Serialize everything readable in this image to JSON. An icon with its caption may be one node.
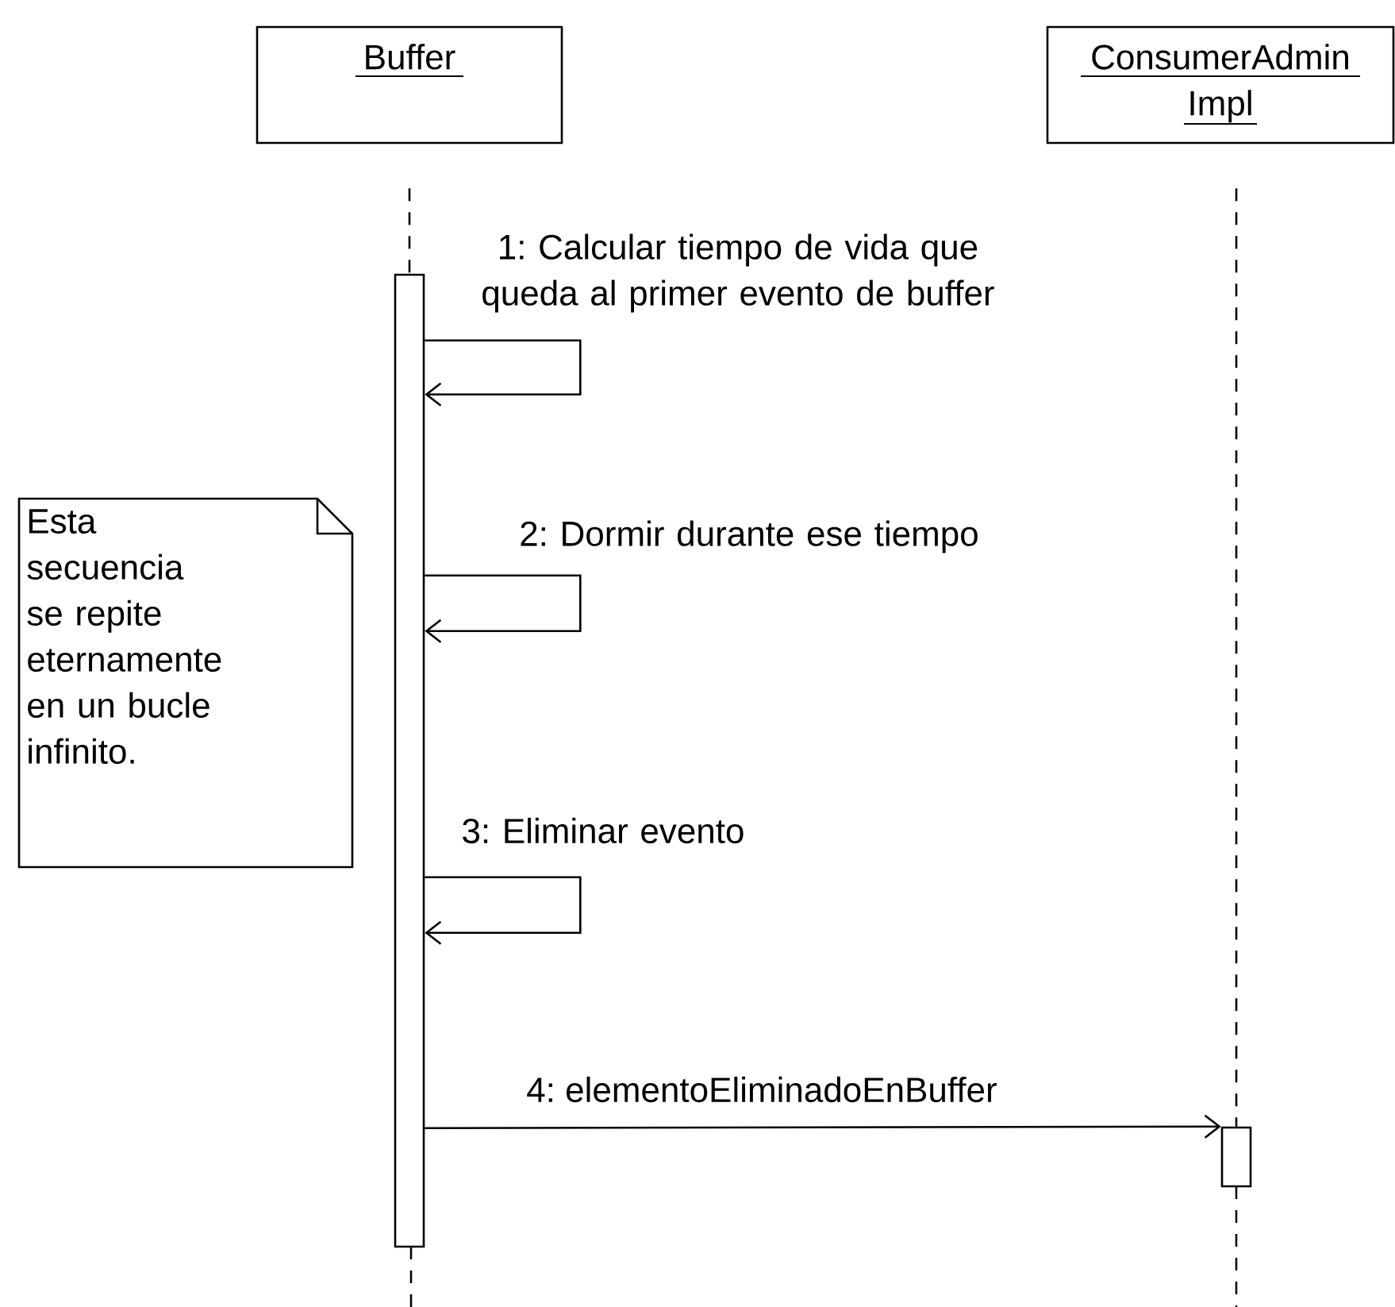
{
  "diagram": {
    "nodes": [
      {
        "text": [
          "Buffer"
        ]
      },
      {
        "text": [
          "ConsumerAdmin Impl"
        ]
      },
      {
        "text": [
          "Esta secuencia se repite eternamente en un bucle infinito."
        ]
      },
      {
        "text": [],
        "shape": "bar"
      },
      {
        "text": [],
        "shape": "bar"
      }
    ],
    "edges": [
      {
        "from": 0,
        "to": 3,
        "arrow": "none",
        "style": "dashed"
      },
      {
        "from": 1,
        "to": 4,
        "arrow": "none",
        "style": "dashed"
      },
      {
        "from": 3,
        "to": 3,
        "arrow": "to",
        "label": "1: Calcular tiempo de vida que queda al primer evento de buffer"
      },
      {
        "from": 3,
        "to": 3,
        "arrow": "to",
        "label": "2: Dormir durante ese tiempo"
      },
      {
        "from": 3,
        "to": 3,
        "arrow": "to",
        "label": "3: Eliminar evento"
      },
      {
        "from": 3,
        "to": 4,
        "arrow": "to",
        "label": "4: elementoEliminadoEnBuffer"
      }
    ]
  }
}
